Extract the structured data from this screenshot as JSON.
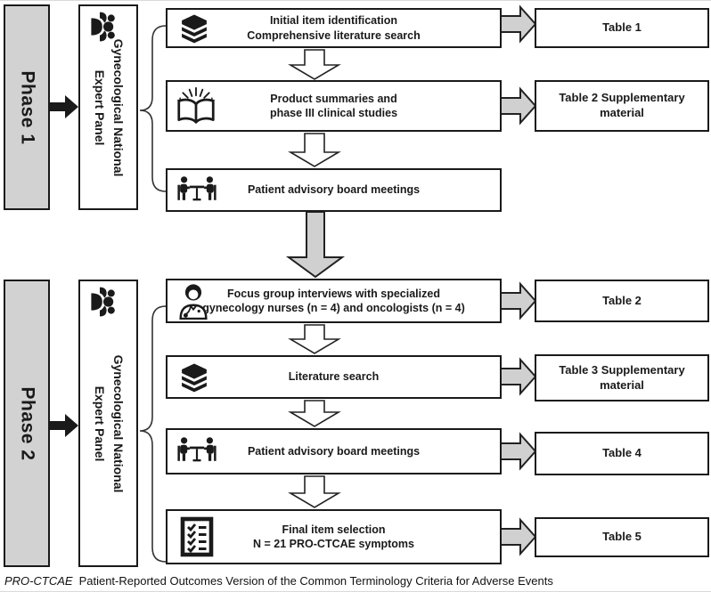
{
  "diagram": {
    "phases": [
      {
        "label": "Phase 1",
        "panel": {
          "icon": "group-people-icon",
          "lines": [
            "Gynecological National",
            "Expert Panel"
          ]
        },
        "steps": [
          {
            "icon": "books-stack-icon",
            "lines": [
              "Initial item identification",
              "Comprehensive literature search"
            ]
          },
          {
            "icon": "open-book-sparkle-icon",
            "lines": [
              "Product summaries and",
              "phase III clinical studies"
            ]
          },
          {
            "icon": "meeting-table-icon",
            "lines": [
              "Patient advisory board meetings"
            ]
          }
        ],
        "outputs": [
          "Table 1",
          "Table 2 Supplementary material"
        ]
      },
      {
        "label": "Phase 2",
        "panel": {
          "icon": "group-people-icon",
          "lines": [
            "Gynecological National",
            "Expert Panel"
          ]
        },
        "steps": [
          {
            "icon": "nurse-icon",
            "lines": [
              "Focus group interviews with specialized",
              "gynecology nurses (n = 4) and oncologists (n = 4)"
            ]
          },
          {
            "icon": "books-stack-icon",
            "lines": [
              "Literature search"
            ]
          },
          {
            "icon": "meeting-table-icon",
            "lines": [
              "Patient advisory board meetings"
            ]
          },
          {
            "icon": "checklist-icon",
            "lines": [
              "Final item selection",
              "N = 21 PRO-CTCAE symptoms"
            ]
          }
        ],
        "outputs": [
          "Table 2",
          "Table 3 Supplementary material",
          "Table 4",
          "Table 5"
        ]
      }
    ],
    "caption": {
      "abbreviation": "PRO-CTCAE",
      "definition": "Patient-Reported Outcomes Version of the Common Terminology Criteria for Adverse Events"
    },
    "colors": {
      "phase_box_fill": "#d2d2d2",
      "connector_arrow_fill": "#d0d0d0",
      "box_border": "#1a1a1a"
    }
  }
}
